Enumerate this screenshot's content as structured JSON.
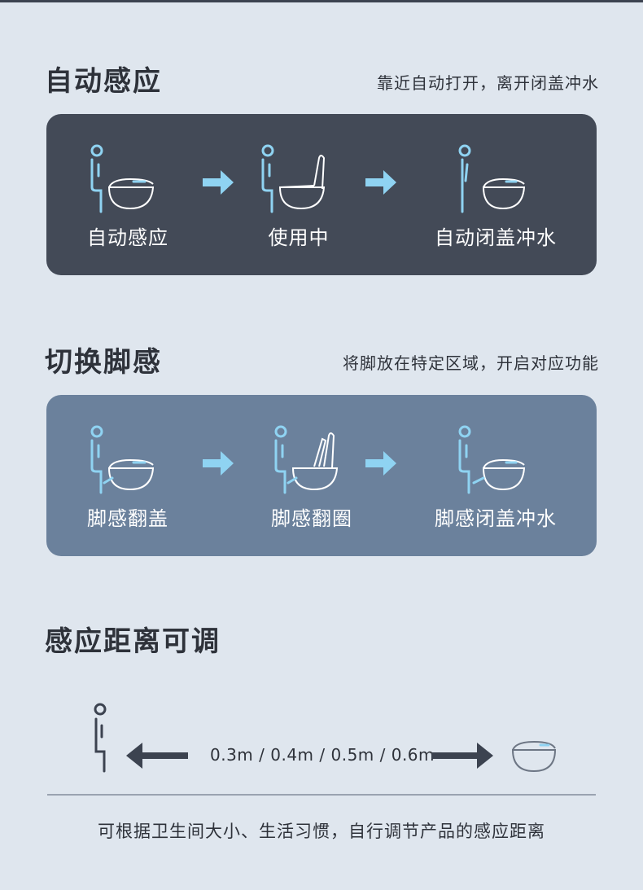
{
  "colors": {
    "background": "#dfe6ee",
    "panel_dark": "#434a57",
    "panel_blue": "#6b819c",
    "accent_blue": "#8fd3f2",
    "text_dark": "#2e323a"
  },
  "sections": {
    "auto_sensing": {
      "title": "自动感应",
      "subtitle": "靠近自动打开，离开闭盖冲水",
      "steps": [
        {
          "label": "自动感应",
          "icon": "person-near-toilet-closed-icon"
        },
        {
          "label": "使用中",
          "icon": "person-toilet-lid-open-icon"
        },
        {
          "label": "自动闭盖冲水",
          "icon": "person-leaving-toilet-icon"
        }
      ]
    },
    "foot_sensing": {
      "title": "切换脚感",
      "subtitle": "将脚放在特定区域，开启对应功能",
      "steps": [
        {
          "label": "脚感翻盖",
          "icon": "person-foot-toilet-icon"
        },
        {
          "label": "脚感翻圈",
          "icon": "person-foot-toilet-seat-up-icon"
        },
        {
          "label": "脚感闭盖冲水",
          "icon": "person-foot-toilet-flush-icon"
        }
      ]
    },
    "distance": {
      "title": "感应距离可调",
      "distances": "0.3m / 0.4m / 0.5m / 0.6m",
      "footnote": "可根据卫生间大小、生活习惯，自行调节产品的感应距离"
    }
  }
}
